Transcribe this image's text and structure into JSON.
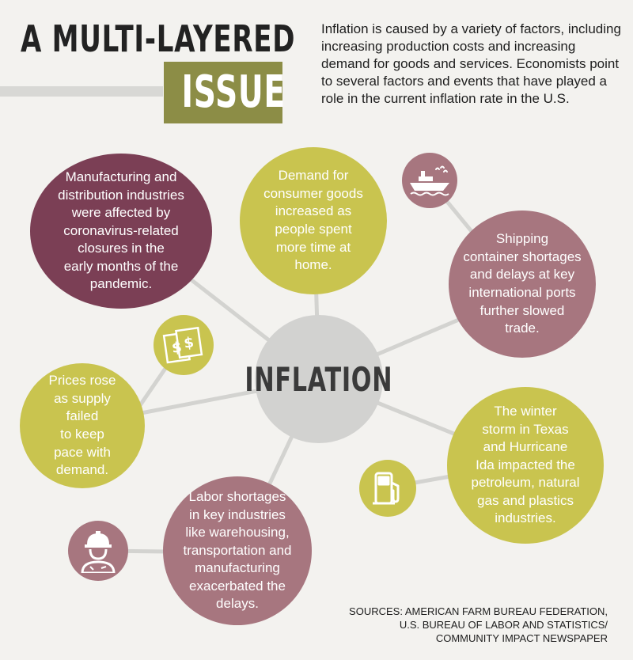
{
  "header": {
    "title_line1": "A MULTI-LAYERED",
    "title_line2": "ISSUE",
    "intro": "Inflation is caused by a variety of factors, including increasing production costs and increasing demand for goods and services. Economists point to several factors and events that have played a role in the current inflation rate in the U.S."
  },
  "center": {
    "label": "INFLATION"
  },
  "factors": {
    "manufacturing": "Manufacturing and\ndistribution industries\nwere affected by\ncoronavirus-related\nclosures in the\nearly months of the\npandemic.",
    "demand": "Demand for\nconsumer goods\nincreased as\npeople spent\nmore time at\nhome.",
    "shipping": "Shipping\ncontainer shortages\nand delays at key\ninternational ports\nfurther slowed\ntrade.",
    "prices": "Prices rose\nas supply\nfailed\nto keep\npace with\ndemand.",
    "labor": "Labor shortages\nin key industries\nlike warehousing,\ntransportation and\nmanufacturing\nexacerbated the\ndelays.",
    "storm": "The winter\nstorm in Texas\nand Hurricane\nIda impacted the\npetroleum, natural\ngas and plastics\nindustries."
  },
  "icons": {
    "ship": "ship-icon",
    "money": "money-icon",
    "gas_pump": "gas-pump-icon",
    "worker": "worker-icon"
  },
  "colors": {
    "plum": "#7b3f55",
    "mauve": "#a7767f",
    "olive": "#c9c44f",
    "olive_dark": "#8c8d46",
    "center_gray": "#d2d2d0"
  },
  "sources": {
    "line1": "SOURCES: AMERICAN FARM BUREAU FEDERATION,",
    "line2": "U.S. BUREAU OF LABOR AND STATISTICS/",
    "line3": "COMMUNITY IMPACT NEWSPAPER"
  }
}
